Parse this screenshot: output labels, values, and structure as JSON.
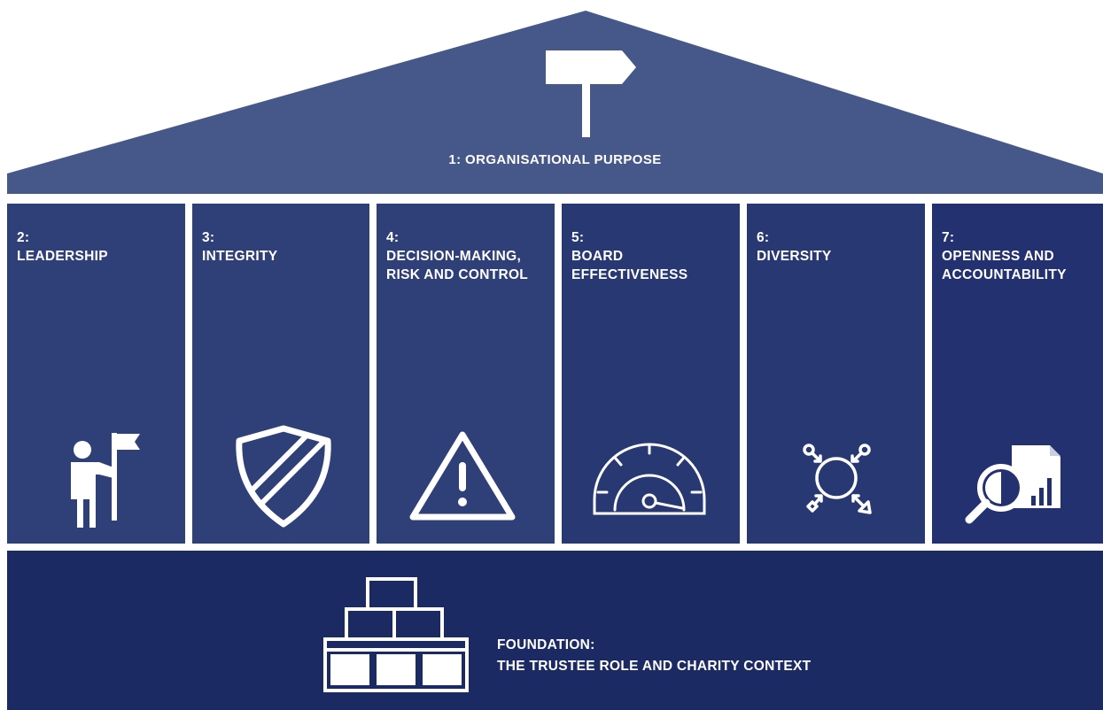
{
  "colors": {
    "roof": "#46588a",
    "pillar_light": "#2f3f78",
    "pillar_mid": "#283873",
    "pillar_dark": "#233170",
    "foundation": "#1b2a63",
    "line": "#ffffff"
  },
  "roof": {
    "label": "1: ORGANISATIONAL PURPOSE",
    "icon": "signpost-icon"
  },
  "pillars": [
    {
      "number": "2:",
      "title_lines": [
        "LEADERSHIP",
        ""
      ],
      "icon": "person-with-flag-icon"
    },
    {
      "number": "3:",
      "title_lines": [
        "INTEGRITY",
        ""
      ],
      "icon": "shield-icon"
    },
    {
      "number": "4:",
      "title_lines": [
        "DECISION-MAKING,",
        "RISK AND CONTROL"
      ],
      "icon": "warning-icon"
    },
    {
      "number": "5:",
      "title_lines": [
        "BOARD",
        "EFFECTIVENESS"
      ],
      "icon": "speedometer-icon"
    },
    {
      "number": "6:",
      "title_lines": [
        "DIVERSITY",
        ""
      ],
      "icon": "diversity-arrows-icon"
    },
    {
      "number": "7:",
      "title_lines": [
        "OPENNESS AND",
        "ACCOUNTABILITY"
      ],
      "icon": "magnifier-report-icon"
    }
  ],
  "foundation": {
    "title": "FOUNDATION:",
    "subtitle": "THE TRUSTEE ROLE AND CHARITY CONTEXT",
    "icon": "building-blocks-icon"
  }
}
